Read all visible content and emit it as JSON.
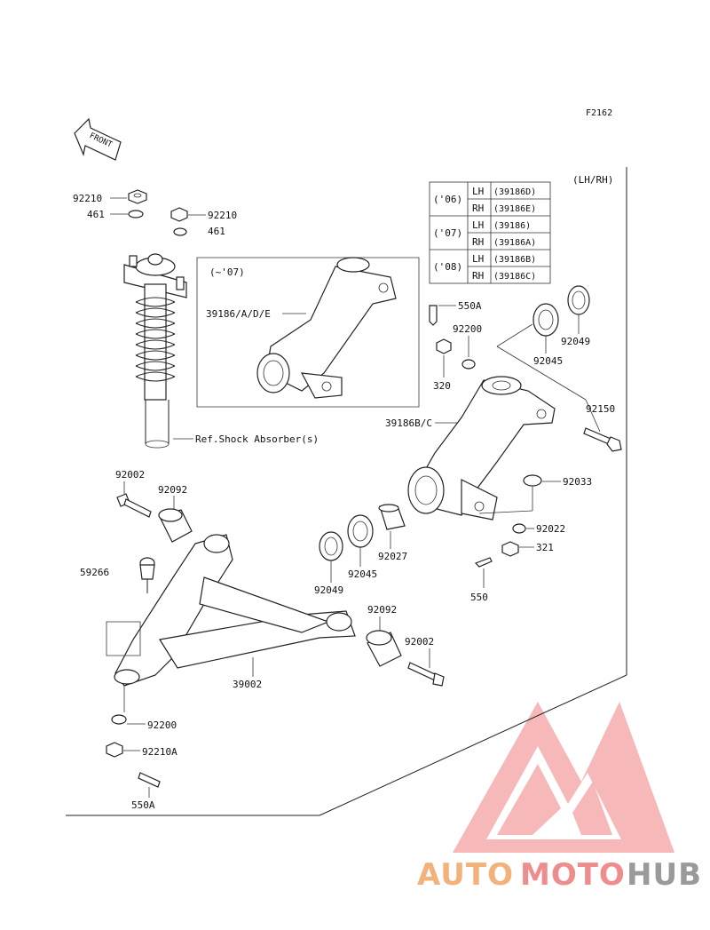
{
  "figure_code": "F2162",
  "front_arrow_label": "FRONT",
  "variant_label": "(LH/RH)",
  "inset": {
    "year_label": "(~'07)",
    "part_ref": "39186/A/D/E"
  },
  "year_table": [
    {
      "year": "('06)",
      "side": "LH",
      "part": "(39186D)"
    },
    {
      "year": "",
      "side": "RH",
      "part": "(39186E)"
    },
    {
      "year": "('07)",
      "side": "LH",
      "part": "(39186)"
    },
    {
      "year": "",
      "side": "RH",
      "part": "(39186A)"
    },
    {
      "year": "('08)",
      "side": "LH",
      "part": "(39186B)"
    },
    {
      "year": "",
      "side": "RH",
      "part": "(39186C)"
    }
  ],
  "callouts": {
    "c92210_top": "92210",
    "c461_left": "461",
    "c92210_right": "92210",
    "c461_right": "461",
    "c550A_top": "550A",
    "c92200_top": "92200",
    "c320": "320",
    "c92045_top": "92045",
    "c92049_top": "92049",
    "c39186BC": "39186B/C",
    "c92150": "92150",
    "c92033": "92033",
    "c92022": "92022",
    "c321": "321",
    "c550": "550",
    "c92027": "92027",
    "c92045_bottom": "92045",
    "c92049_bottom": "92049",
    "c92002_top": "92002",
    "c92092_top": "92092",
    "c59266": "59266",
    "c92092_bottom": "92092",
    "c92002_bottom": "92002",
    "c39002": "39002",
    "c92200_bottom": "92200",
    "c92210A": "92210A",
    "c550A_bottom": "550A",
    "shock_ref": "Ref.Shock Absorber(s)"
  },
  "watermark": {
    "part1": "AUTO",
    "part2": "MOTO",
    "part3": "HUB",
    "color1": "#f2b27a",
    "color2": "#ee8d8d",
    "color3": "#9a9a9a",
    "logo_color": "#f08080"
  }
}
